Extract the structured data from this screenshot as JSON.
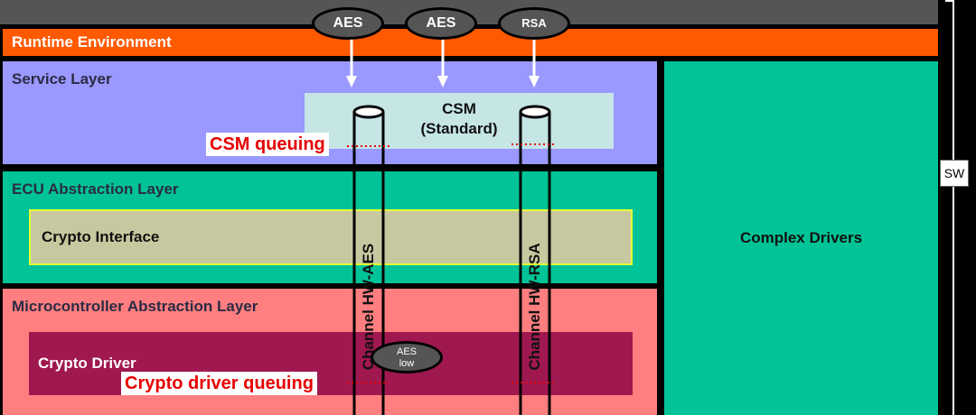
{
  "layers": {
    "runtime": "Runtime Environment",
    "service": "Service Layer",
    "ecu": "ECU Abstraction Layer",
    "mcal": "Microcontroller Abstraction Layer"
  },
  "csm": {
    "line1": "CSM",
    "line2": "(Standard)"
  },
  "crypto_interface": "Crypto Interface",
  "crypto_driver": "Crypto Driver",
  "complex_drivers": "Complex Drivers",
  "sw_label": "SW",
  "queues": {
    "csm": "CSM queuing",
    "driver": "Crypto driver queuing"
  },
  "badges": {
    "aes1": "AES",
    "aes2": "AES",
    "rsa": "RSA",
    "aes_low_line1": "AES",
    "aes_low_line2": "low"
  },
  "channels": {
    "aes": "Channel HW-AES",
    "rsa": "Channel HW-RSA"
  },
  "colors": {
    "runtime": "#ff5a00",
    "service": "#9999ff",
    "ecu": "#00c497",
    "mcal": "#ff7f80",
    "crypto_driver": "#a01850",
    "queue_text": "#e60000"
  }
}
